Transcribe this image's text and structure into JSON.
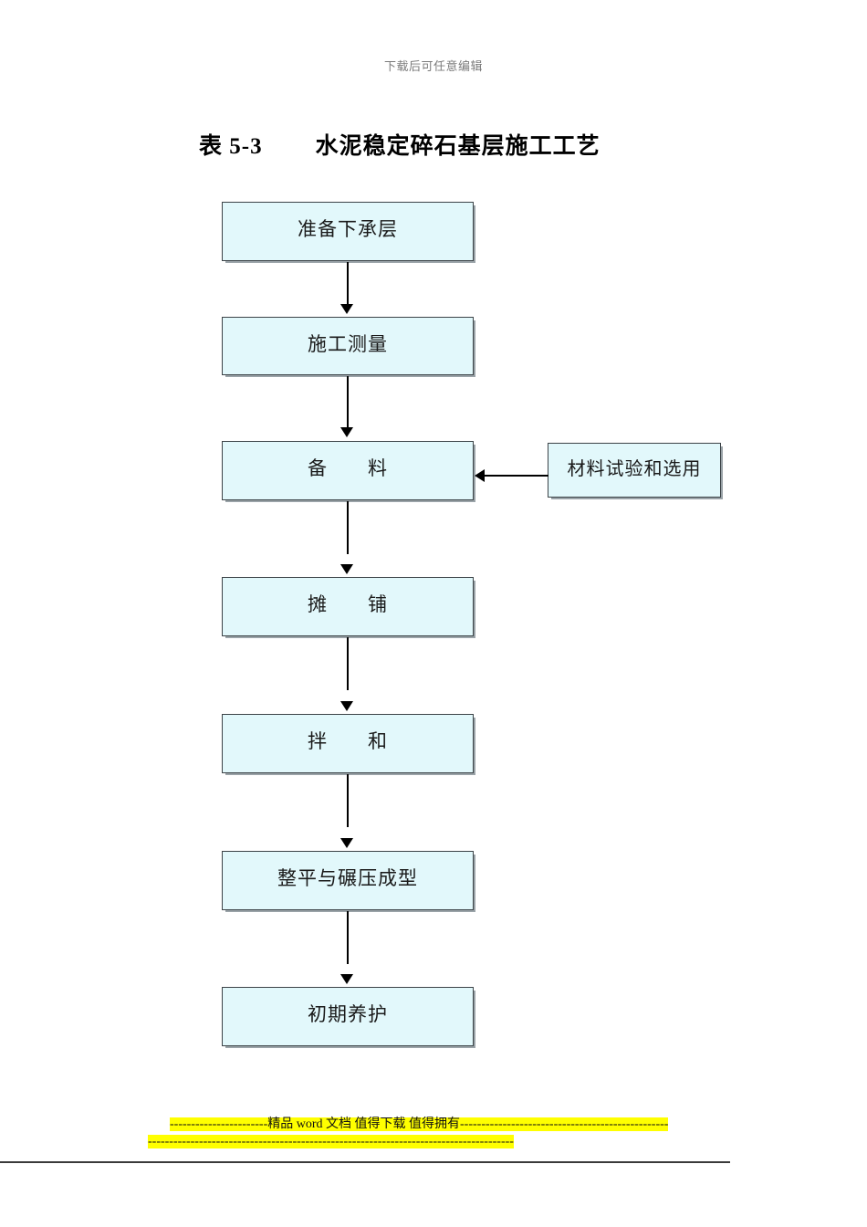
{
  "header": {
    "note": "下载后可任意编辑"
  },
  "title": {
    "text": "表 5-3        水泥稳定碎石基层施工工艺"
  },
  "flowchart": {
    "type": "flowchart",
    "orientation": "top-to-bottom",
    "fill_color": "#e2f8fb",
    "border_color": "#3c4347",
    "nodes": [
      {
        "id": "n1",
        "label": "准备下承层"
      },
      {
        "id": "n2",
        "label": "施工测量"
      },
      {
        "id": "n3",
        "label": "备　　料"
      },
      {
        "id": "n4",
        "label": "摊　　铺"
      },
      {
        "id": "n5",
        "label": "拌　　和"
      },
      {
        "id": "n6",
        "label": "整平与碾压成型"
      },
      {
        "id": "n7",
        "label": "初期养护"
      }
    ],
    "side_nodes": [
      {
        "id": "s1",
        "label": "材料试验和选用",
        "target": "n3",
        "direction": "left"
      }
    ],
    "edges": [
      {
        "from": "n1",
        "to": "n2"
      },
      {
        "from": "n2",
        "to": "n3"
      },
      {
        "from": "n3",
        "to": "n4"
      },
      {
        "from": "n4",
        "to": "n5"
      },
      {
        "from": "n5",
        "to": "n6"
      },
      {
        "from": "n6",
        "to": "n7"
      },
      {
        "from": "s1",
        "to": "n3"
      }
    ]
  },
  "footer": {
    "line1_prefix": "-----------------------",
    "line1_text": "精品 word 文档 值得下载 值得拥有",
    "line1_suffix": "-------------------------------------------------",
    "line2": "--------------------------------------------------------------------------------------",
    "highlight_color": "#ffff00"
  }
}
